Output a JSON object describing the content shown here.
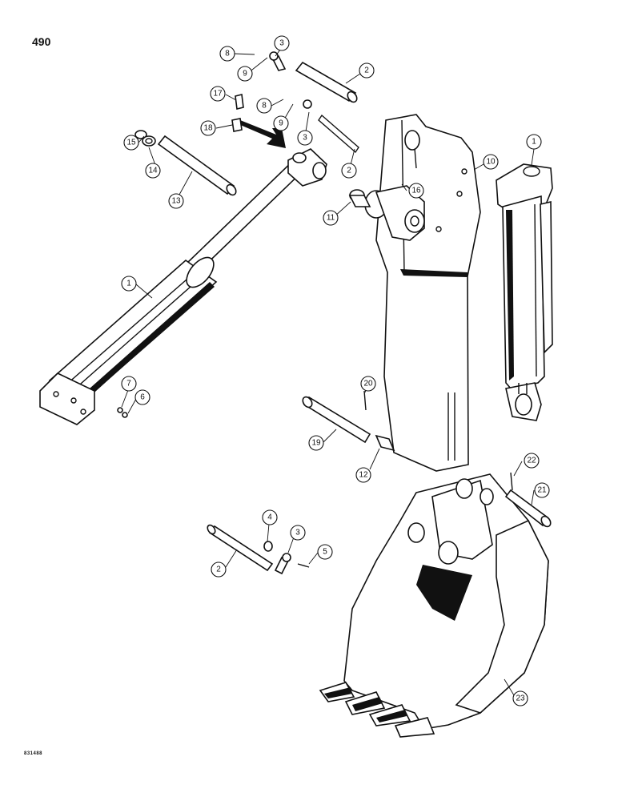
{
  "page": {
    "number": "490",
    "figure_code": "831488"
  },
  "callouts": [
    {
      "id": "c8a",
      "label": "8"
    },
    {
      "id": "c9a",
      "label": "9"
    },
    {
      "id": "c3a",
      "label": "3"
    },
    {
      "id": "c2a",
      "label": "2"
    },
    {
      "id": "c17",
      "label": "17"
    },
    {
      "id": "c8b",
      "label": "8"
    },
    {
      "id": "c9b",
      "label": "9"
    },
    {
      "id": "c3b",
      "label": "3"
    },
    {
      "id": "c18",
      "label": "18"
    },
    {
      "id": "c15",
      "label": "15"
    },
    {
      "id": "c14",
      "label": "14"
    },
    {
      "id": "c13",
      "label": "13"
    },
    {
      "id": "c2b",
      "label": "2"
    },
    {
      "id": "c16",
      "label": "16"
    },
    {
      "id": "c10",
      "label": "10"
    },
    {
      "id": "c1a",
      "label": "1"
    },
    {
      "id": "c11",
      "label": "11"
    },
    {
      "id": "c1b",
      "label": "1"
    },
    {
      "id": "c7",
      "label": "7"
    },
    {
      "id": "c6",
      "label": "6"
    },
    {
      "id": "c20",
      "label": "20"
    },
    {
      "id": "c19",
      "label": "19"
    },
    {
      "id": "c12",
      "label": "12"
    },
    {
      "id": "c22",
      "label": "22"
    },
    {
      "id": "c21",
      "label": "21"
    },
    {
      "id": "c4",
      "label": "4"
    },
    {
      "id": "c3c",
      "label": "3"
    },
    {
      "id": "c5",
      "label": "5"
    },
    {
      "id": "c2c",
      "label": "2"
    },
    {
      "id": "c23",
      "label": "23"
    }
  ]
}
